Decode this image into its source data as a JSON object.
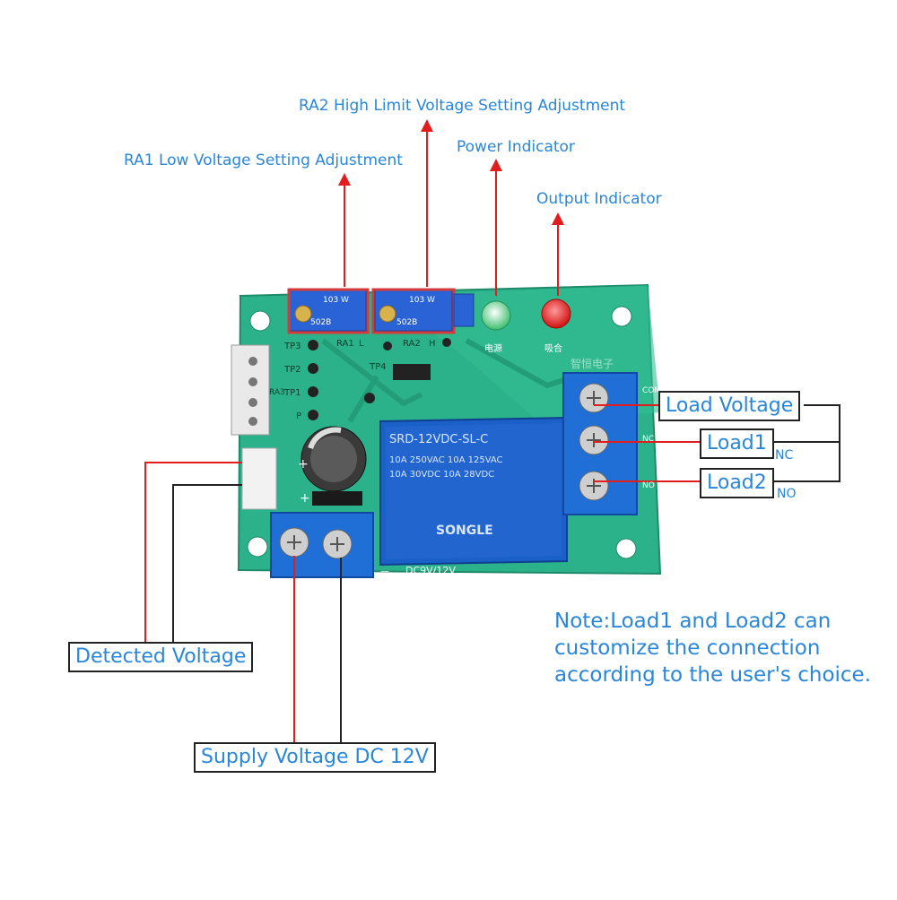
{
  "labels": {
    "ra2": "RA2 High Limit Voltage Setting Adjustment",
    "ra1": "RA1 Low Voltage Setting Adjustment",
    "power": "Power Indicator",
    "output": "Output Indicator",
    "load_voltage": "Load Voltage",
    "load1": "Load1",
    "load2": "Load2",
    "nc": "NC",
    "no": "NO",
    "detected": "Detected Voltage",
    "supply": "Supply Voltage DC 12V",
    "note": "Note:Load1 and Load2 can customize the connection according to the user's choice."
  },
  "board": {
    "pot_code": "502B",
    "pot_top": "103 W",
    "ra1": "RA1",
    "ra1_suffix": "L",
    "ra2": "RA2",
    "ra2_suffix": "H",
    "tp3": "TP3",
    "tp2": "TP2",
    "tp1": "TP1",
    "p": "P",
    "tp4": "TP4",
    "power_cn": "电源",
    "output_cn": "吸合",
    "brand_cn": "智恒电子",
    "ra3": "RA3",
    "com": "COM",
    "nc": "NC",
    "no": "NO",
    "relay_model": "SRD-12VDC-SL-C",
    "relay_spec1": "10A 250VAC  10A 125VAC",
    "relay_spec2": "10A 30VDC  10A 28VDC",
    "relay_brand": "SONGLE",
    "dc": "DC9V/12V",
    "plus": "+",
    "minus": "—"
  },
  "colors": {
    "accent_text": "#2a86d8",
    "pcb": "#2bb28a",
    "relay": "#1b5fc9",
    "terminal": "#1f6fd6",
    "arrow": "#e21d1d",
    "wire_red": "#e21d1d",
    "wire_black": "#222222"
  }
}
